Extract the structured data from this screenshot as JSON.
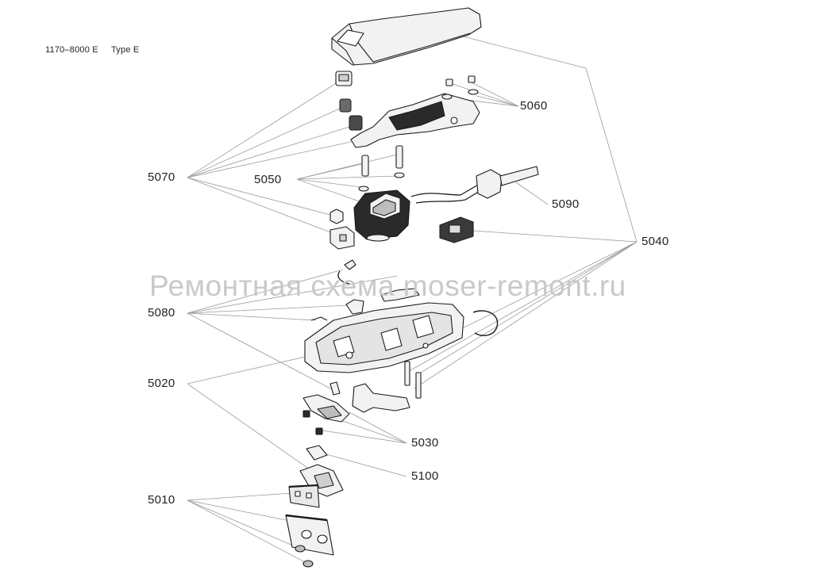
{
  "header": {
    "model_number": "1170–8000 E",
    "type_label": "Type E"
  },
  "watermark": "Ремонтная схема moser-remont.ru",
  "callouts": {
    "c5060": "5060",
    "c5070": "5070",
    "c5050": "5050",
    "c5090": "5090",
    "c5040": "5040",
    "c5080": "5080",
    "c5020": "5020",
    "c5030": "5030",
    "c5100": "5100",
    "c5010": "5010"
  },
  "colors": {
    "line": "#9a9a9a",
    "part_outline": "#1a1a1a",
    "part_fill": "#f2f2f2",
    "coil": "#2a2a2a",
    "watermark": "#c9c9c9"
  }
}
